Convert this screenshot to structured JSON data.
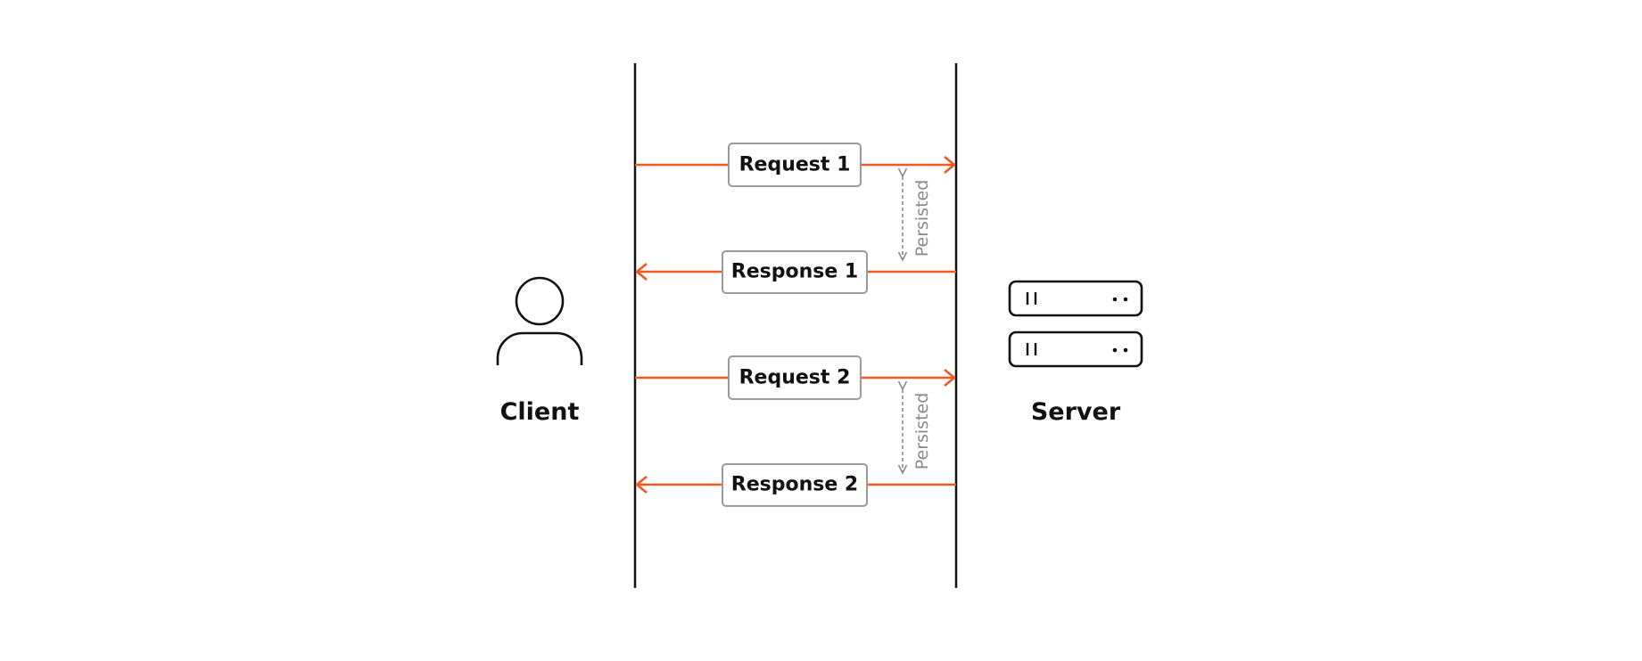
{
  "client": {
    "label": "Client",
    "icon": "user-icon"
  },
  "server": {
    "label": "Server",
    "icon": "server-icon"
  },
  "colors": {
    "arrow": "#f05a22",
    "line": "#111111",
    "box_border": "#9a9a9a",
    "persisted": "#8a8a8a"
  },
  "messages": [
    {
      "label": "Request 1",
      "direction": "client-to-server"
    },
    {
      "label": "Response 1",
      "direction": "server-to-client"
    },
    {
      "label": "Request 2",
      "direction": "client-to-server"
    },
    {
      "label": "Response 2",
      "direction": "server-to-client"
    }
  ],
  "persisted": [
    {
      "label": "Persisted"
    },
    {
      "label": "Persisted"
    }
  ]
}
